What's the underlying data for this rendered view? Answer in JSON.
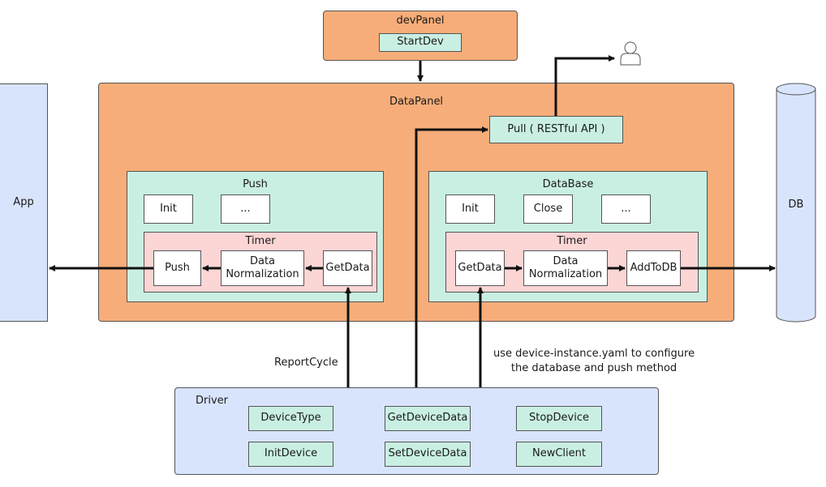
{
  "dev_panel": {
    "title": "devPanel",
    "start_dev": "StartDev"
  },
  "data_panel": {
    "title": "DataPanel",
    "pull": "Pull ( RESTful API )"
  },
  "push": {
    "title": "Push",
    "init": "Init",
    "more": "...",
    "timer": {
      "title": "Timer",
      "push": "Push",
      "normalization": "Data\nNormalization",
      "get_data": "GetData"
    }
  },
  "database": {
    "title": "DataBase",
    "init": "Init",
    "close": "Close",
    "more": "...",
    "timer": {
      "title": "Timer",
      "get_data": "GetData",
      "normalization": "Data\nNormalization",
      "add_to_db": "AddToDB"
    }
  },
  "app": {
    "label": "App"
  },
  "db": {
    "label": "DB"
  },
  "report_cycle": "ReportCycle",
  "config_note": "use device-instance.yaml to configure\nthe database and push method",
  "driver": {
    "title": "Driver",
    "items": [
      "DeviceType",
      "GetDeviceData",
      "StopDevice",
      "InitDevice",
      "SetDeviceData",
      "NewClient"
    ]
  },
  "colors": {
    "orange": "#f7ad79",
    "mint": "#c9efe3",
    "pink": "#fcd5d5",
    "blue": "#d8e4fb"
  }
}
